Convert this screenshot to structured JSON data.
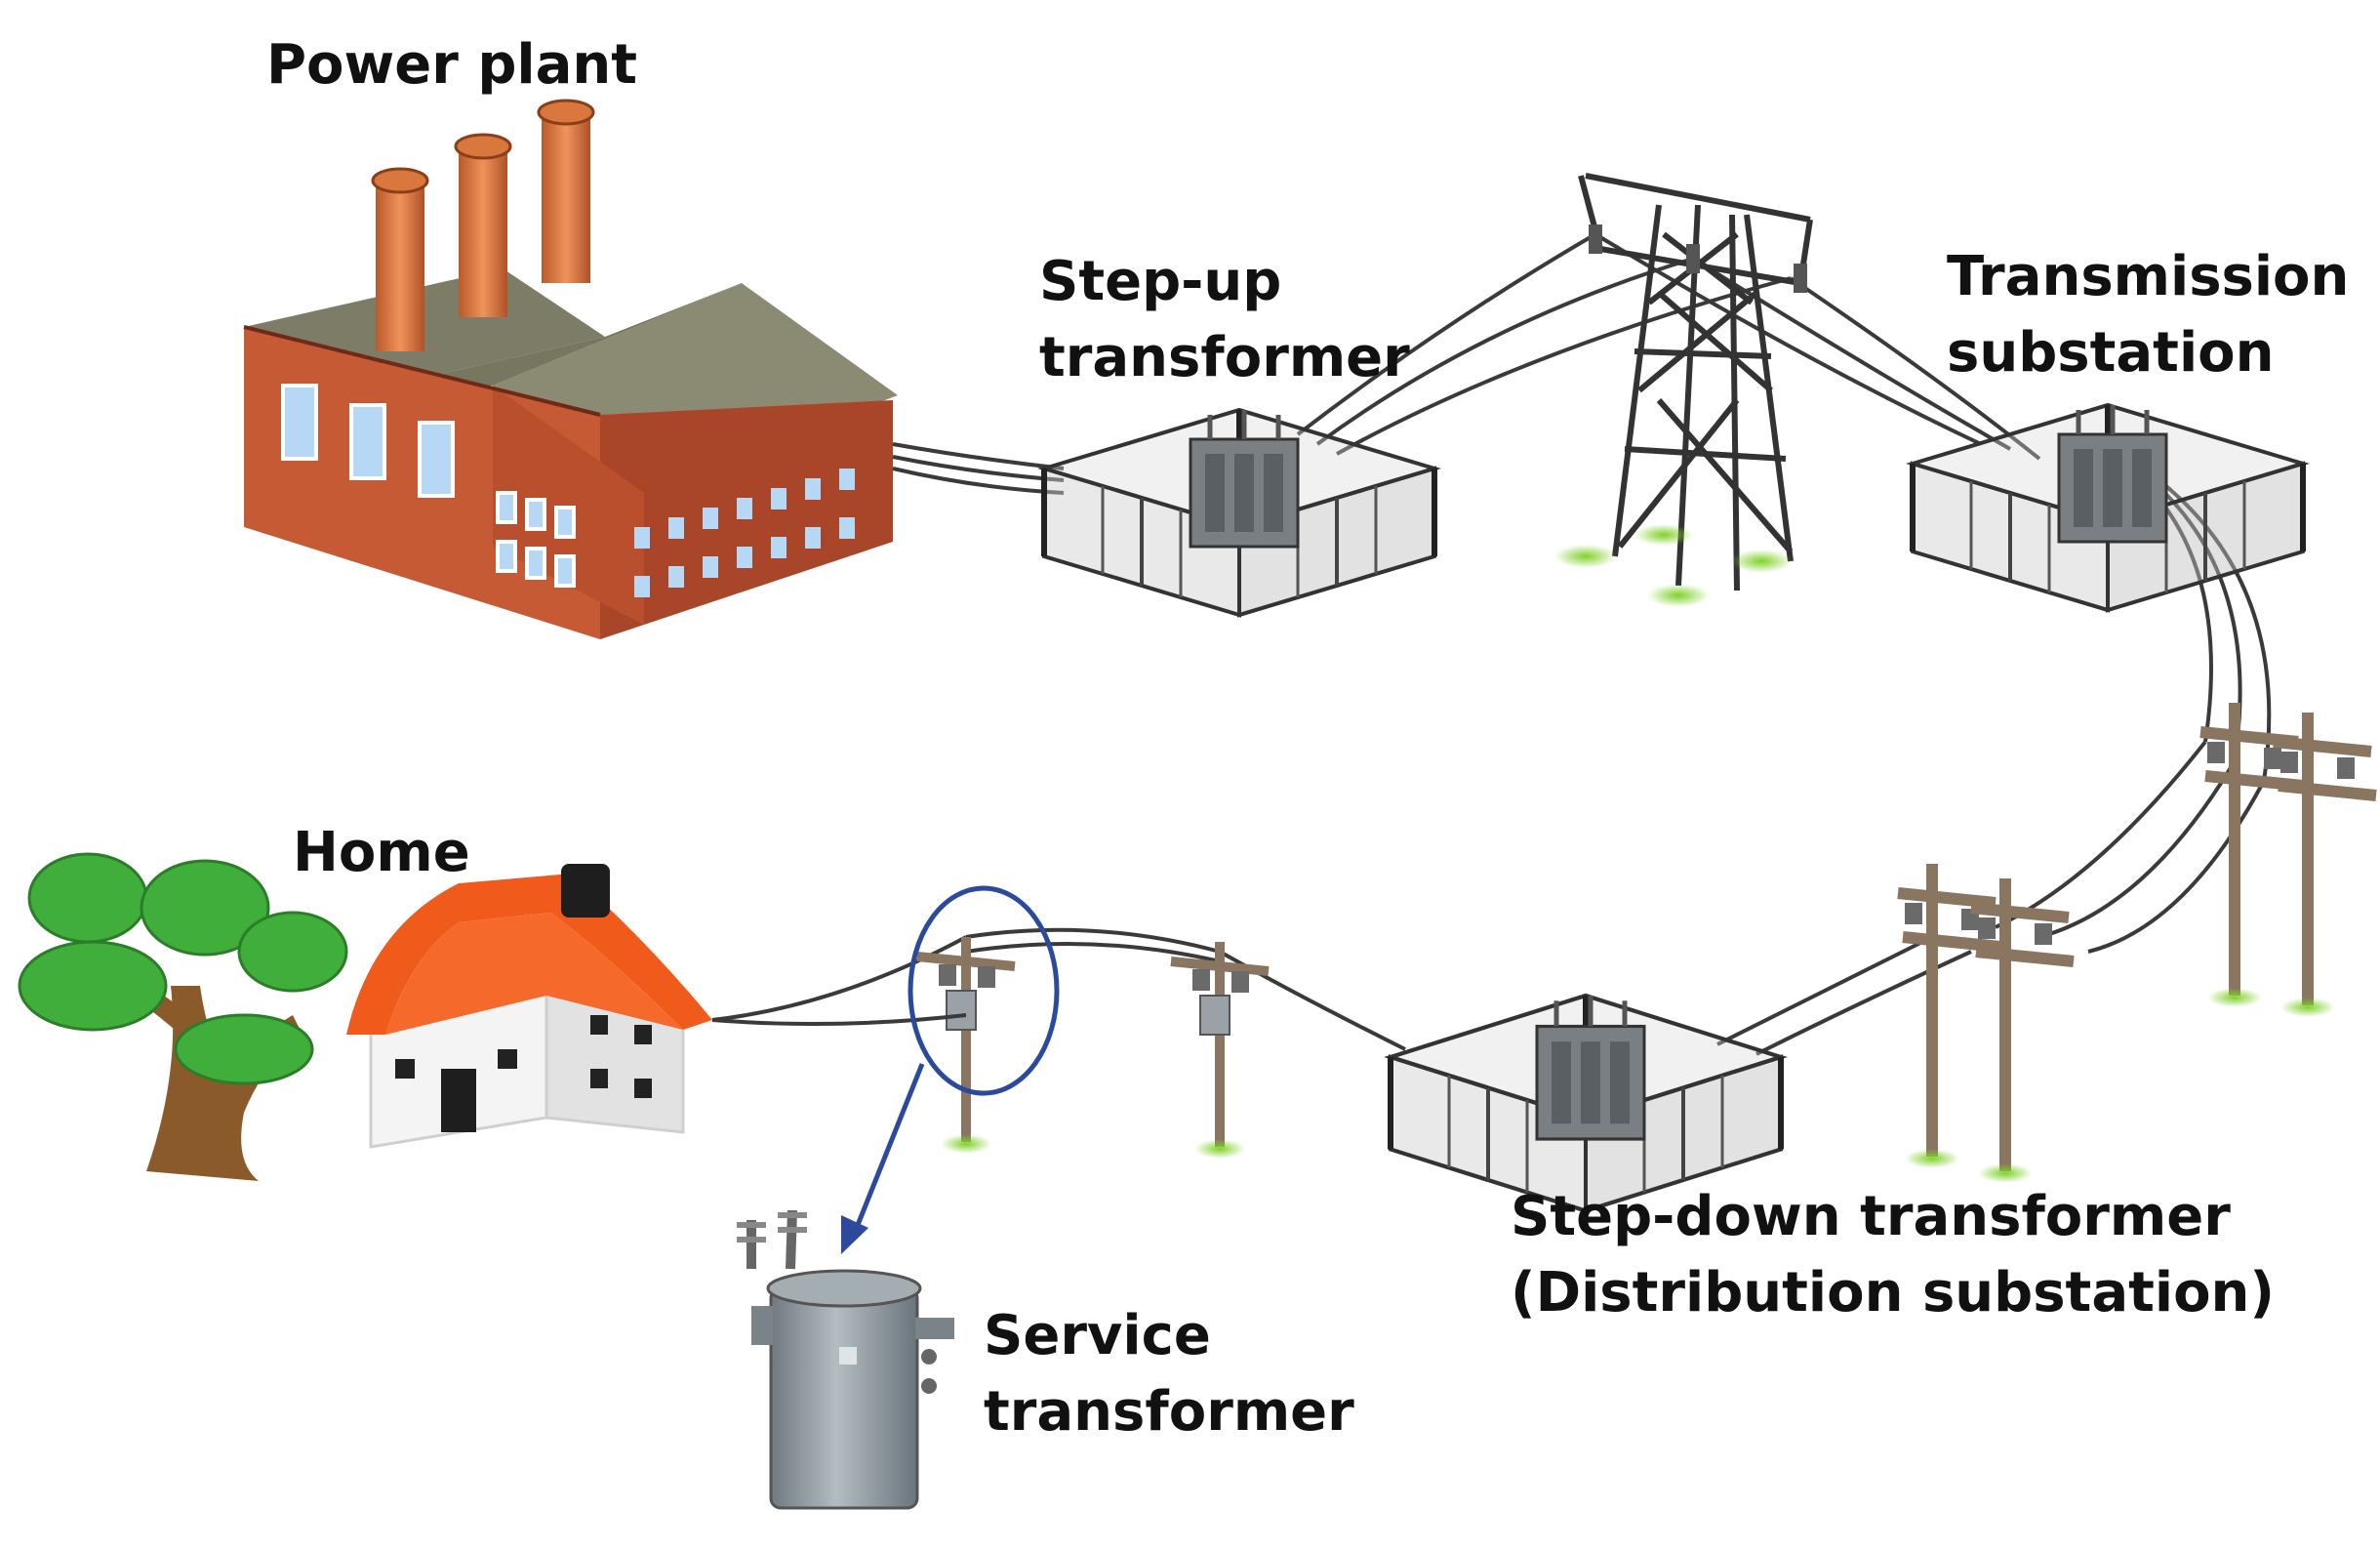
{
  "labels": {
    "power_plant": "Power plant",
    "step_up": "Step-up\ntransformer",
    "transmission_substation": "Transmission\nsubstation",
    "home": "Home",
    "step_down": "Step-down transformer\n(Distribution substation)",
    "service_transformer": "Service\ntransformer"
  },
  "colors": {
    "brick": "#c65a35",
    "brick_dark": "#9e3f22",
    "roof": "#8b8a72",
    "chimney": "#d9773f",
    "window": "#b6d8f5",
    "wire": "#3a3a3a",
    "pole": "#8a7560",
    "house_roof": "#f05a1a",
    "tree": "#3fae3a",
    "trunk": "#8b5a2b",
    "callout": "#2b4a9b",
    "transformer": "#8f9aa0",
    "ground_glow": "#a8e04a"
  }
}
